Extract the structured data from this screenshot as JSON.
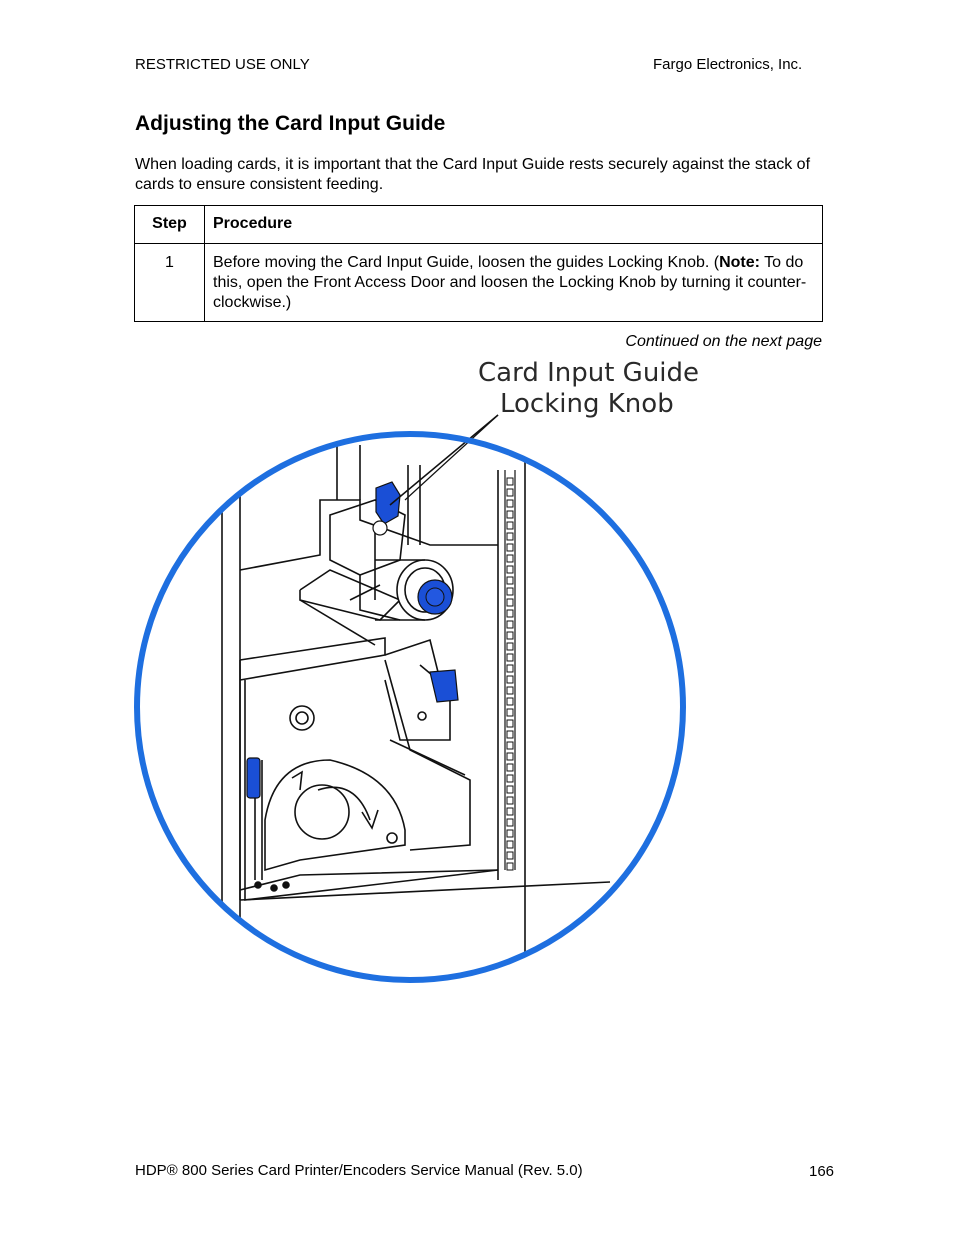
{
  "header": {
    "left": "RESTRICTED USE ONLY",
    "right": "Fargo Electronics, Inc."
  },
  "section": {
    "title": "Adjusting the Card Input Guide",
    "intro": "When loading cards, it is important that the Card Input Guide rests securely against the stack of cards to ensure consistent feeding."
  },
  "table": {
    "headers": [
      "Step",
      "Procedure"
    ],
    "rows": [
      {
        "step": "1",
        "text_before": "Before moving the Card Input Guide, loosen the guides Locking Knob. (",
        "note_label": "Note:",
        "text_after": " To do this, open the Front Access Door and loosen the Locking Knob by turning it counter-clockwise.)"
      }
    ]
  },
  "continued": "Continued on the next page",
  "figure": {
    "callout_line1": "Card Input Guide",
    "callout_line2": "Locking Knob",
    "colors": {
      "circle": "#1e6fe0",
      "knob": "#1a4fd6",
      "line": "#111111"
    }
  },
  "footer": {
    "left": "HDP® 800 Series Card Printer/Encoders Service Manual (Rev. 5.0)",
    "page_number": "166"
  }
}
